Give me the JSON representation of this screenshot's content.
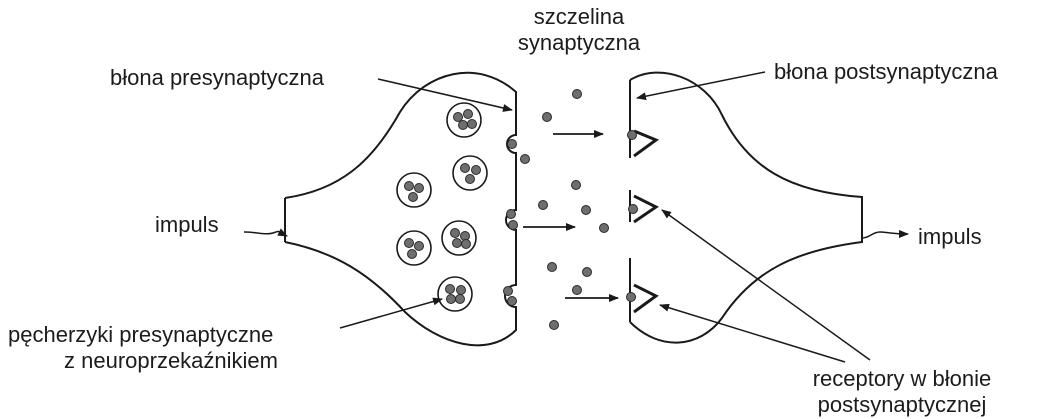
{
  "labels": {
    "cleft": [
      "szczelina",
      "synaptyczna"
    ],
    "pre_membrane": "błona presynaptyczna",
    "post_membrane": "błona postsynaptyczna",
    "impulse_left": "impuls",
    "impulse_right": "impuls",
    "vesicles": [
      "pęcherzyki presynaptyczne",
      "z neuroprzekaźnikiem"
    ],
    "receptors": [
      "receptory w błonie",
      "postsynaptycznej"
    ]
  },
  "colors": {
    "line": "#1a1a1a",
    "dot": "#6e6e6e",
    "dot_stroke": "#2a2a2a",
    "background": "#ffffff"
  }
}
